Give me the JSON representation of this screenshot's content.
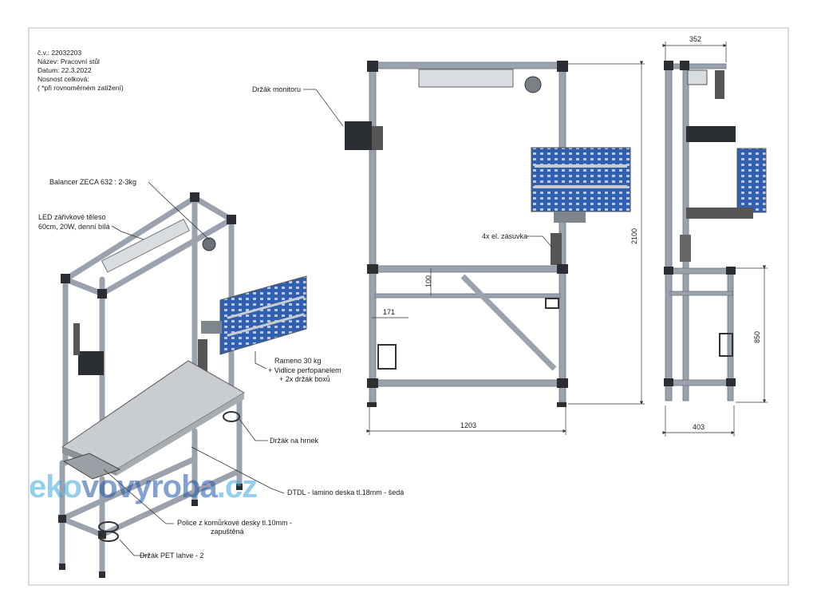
{
  "title_block": {
    "doc_number": "č.v.: 22032203",
    "name": "Název: Pracovní stůl",
    "date": "Datum: 22.3.2022",
    "capacity": "Nosnost celková:",
    "note": "( *při rovnoměrném zatížení)"
  },
  "labels": {
    "balancer": "Balancer ZECA 632 : 2-3kg",
    "led_line1": "LED zářivkové těleso",
    "led_line2": "60cm, 20W, denní bílá",
    "arm_line1": "Rameno 30 kg",
    "arm_line2": "+ Vidlice perfopanelem",
    "arm_line3": "+ 2x držák boxů",
    "mug_holder": "Držák na hrnek",
    "desk": "DTDL - lamino deska tl.18mm - šedá",
    "shelf_line1": "Police z komůrkové desky tl.10mm -",
    "shelf_line2": "zapuštěná",
    "bottle": "Držák PET lahve - 2",
    "monitor": "Držák monitoru",
    "sockets": "4x el. zásuvka"
  },
  "dimensions": {
    "height_total": "2100",
    "desk_height": "850",
    "width": "1203",
    "depth_top": "352",
    "depth_bottom": "403",
    "offset_100": "100",
    "offset_171": "171"
  },
  "watermark": {
    "part1": "eko",
    "part2": "vovyroba",
    "part3": ".cz"
  },
  "colors": {
    "frame": "#9aa3ad",
    "panel_blue": "#2f5fae",
    "desk": "#c9ccd0",
    "joint": "#2b2e33"
  }
}
